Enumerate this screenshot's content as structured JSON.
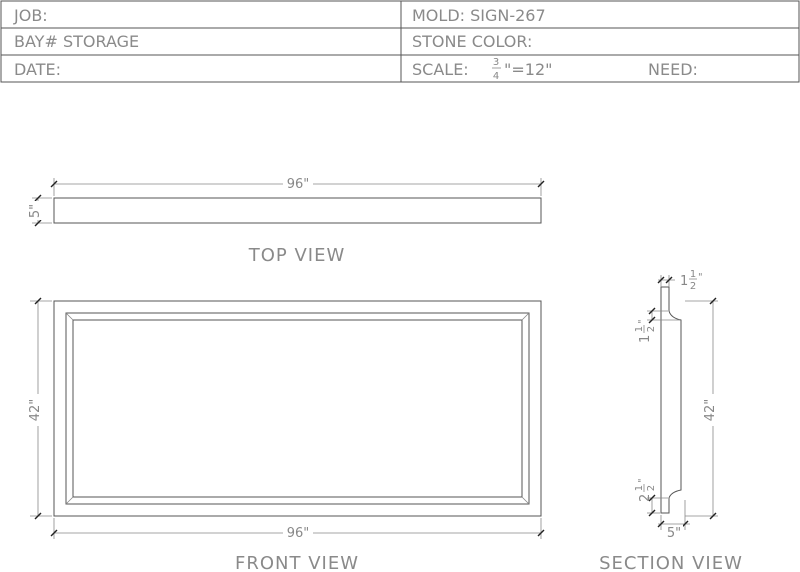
{
  "title_block": {
    "job_label": "JOB:",
    "mold_label": "MOLD: SIGN-267",
    "bay_label": "BAY# STORAGE",
    "stone_color_label": "STONE COLOR:",
    "date_label": "DATE:",
    "scale_prefix": "SCALE:",
    "scale_frac_num": "3",
    "scale_frac_den": "4",
    "scale_suffix": "\"=12\"",
    "need_label": "NEED:"
  },
  "top_view": {
    "width_dim": "96\"",
    "depth_dim": "5\"",
    "label": "TOP VIEW"
  },
  "front_view": {
    "height_dim": "42\"",
    "width_dim": "96\"",
    "label": "FRONT VIEW"
  },
  "section_view": {
    "top_lip_whole": "1",
    "top_lip_num": "1",
    "top_lip_den": "2",
    "upper_step_whole": "1",
    "upper_step_num": "1",
    "upper_step_den": "2",
    "height_dim": "42\"",
    "lower_step_whole": "2",
    "lower_step_num": "1",
    "lower_step_den": "2",
    "depth_dim": "5\"",
    "label": "SECTION VIEW"
  }
}
